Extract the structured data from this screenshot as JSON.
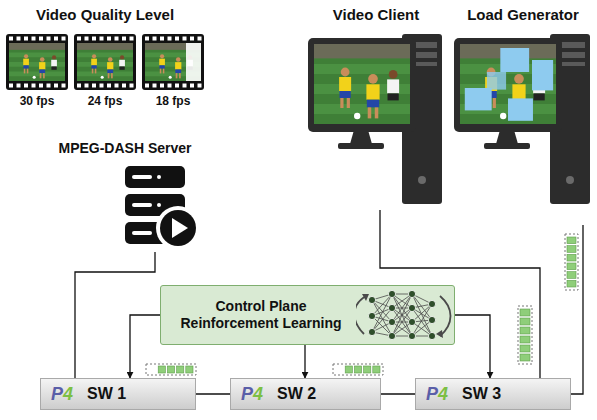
{
  "diagram": {
    "nodes": [
      {
        "text": [
          "30 fps"
        ]
      },
      {
        "text": [
          "24 fps"
        ]
      },
      {
        "text": [
          "18 fps"
        ]
      },
      {
        "text": [
          "Video Client"
        ]
      },
      {
        "text": [
          "Load Generator"
        ]
      },
      {
        "text": [
          "MPEG-DASH Server"
        ]
      },
      {
        "text": [
          "Control Plane Reinforcement Learning"
        ]
      },
      {
        "text": [
          "P4",
          "SW 1"
        ]
      },
      {
        "text": [
          "P4",
          "SW 2"
        ]
      },
      {
        "text": [
          "P4",
          "SW 3"
        ]
      }
    ],
    "edges": [
      {
        "from": 5,
        "to": 7,
        "arrow": "none"
      },
      {
        "from": 6,
        "to": 7,
        "arrow": "to"
      },
      {
        "from": 6,
        "to": 8,
        "arrow": "to"
      },
      {
        "from": 6,
        "to": 9,
        "arrow": "to"
      },
      {
        "from": 7,
        "to": 8,
        "arrow": "none"
      },
      {
        "from": 8,
        "to": 9,
        "arrow": "none"
      },
      {
        "from": 3,
        "to": 9,
        "arrow": "none"
      },
      {
        "from": 4,
        "to": 9,
        "arrow": "none"
      }
    ],
    "labels": [
      "Video Quality Level"
    ]
  }
}
